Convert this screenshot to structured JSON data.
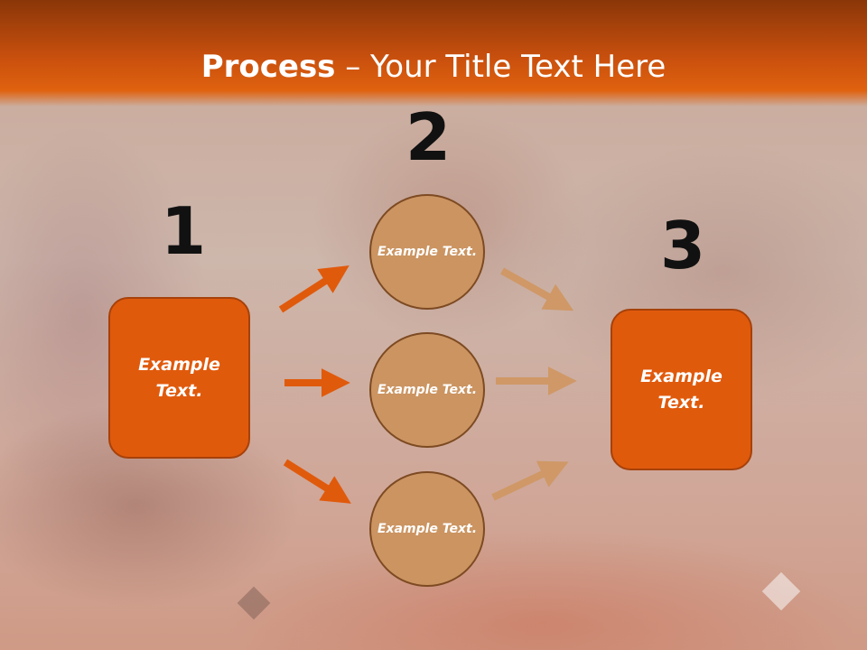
{
  "title": {
    "strong": "Process",
    "rest": " – Your Title Text Here"
  },
  "steps": [
    {
      "number": "1",
      "text": "Example Text."
    },
    {
      "number": "2",
      "text": "Example Text."
    },
    {
      "number": "3",
      "text": "Example Text."
    }
  ],
  "circles": [
    {
      "text": "Example Text."
    },
    {
      "text": "Example Text."
    },
    {
      "text": "Example Text."
    }
  ],
  "colors": {
    "header": "#e0620f",
    "box": "#e05a0c",
    "circle": "#cb9461",
    "arrow_left": "#e05a0c",
    "arrow_right": "#cf9866"
  }
}
